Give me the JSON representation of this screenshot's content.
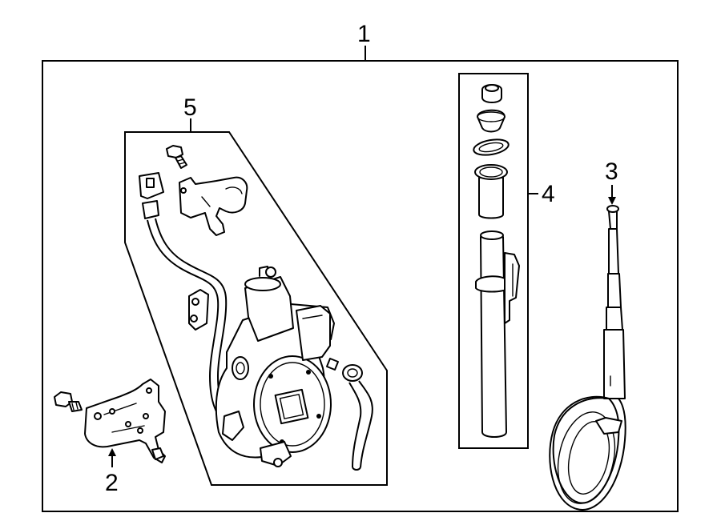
{
  "callouts": {
    "c1": "1",
    "c2": "2",
    "c3": "3",
    "c4": "4",
    "c5": "5"
  },
  "parts": [
    {
      "number": "1",
      "icon": "antenna-assembly-icon"
    },
    {
      "number": "2",
      "icon": "mounting-bracket-icon"
    },
    {
      "number": "3",
      "icon": "antenna-mast-icon"
    },
    {
      "number": "4",
      "icon": "mast-tube-and-seals-icon"
    },
    {
      "number": "5",
      "icon": "antenna-motor-icon"
    }
  ]
}
